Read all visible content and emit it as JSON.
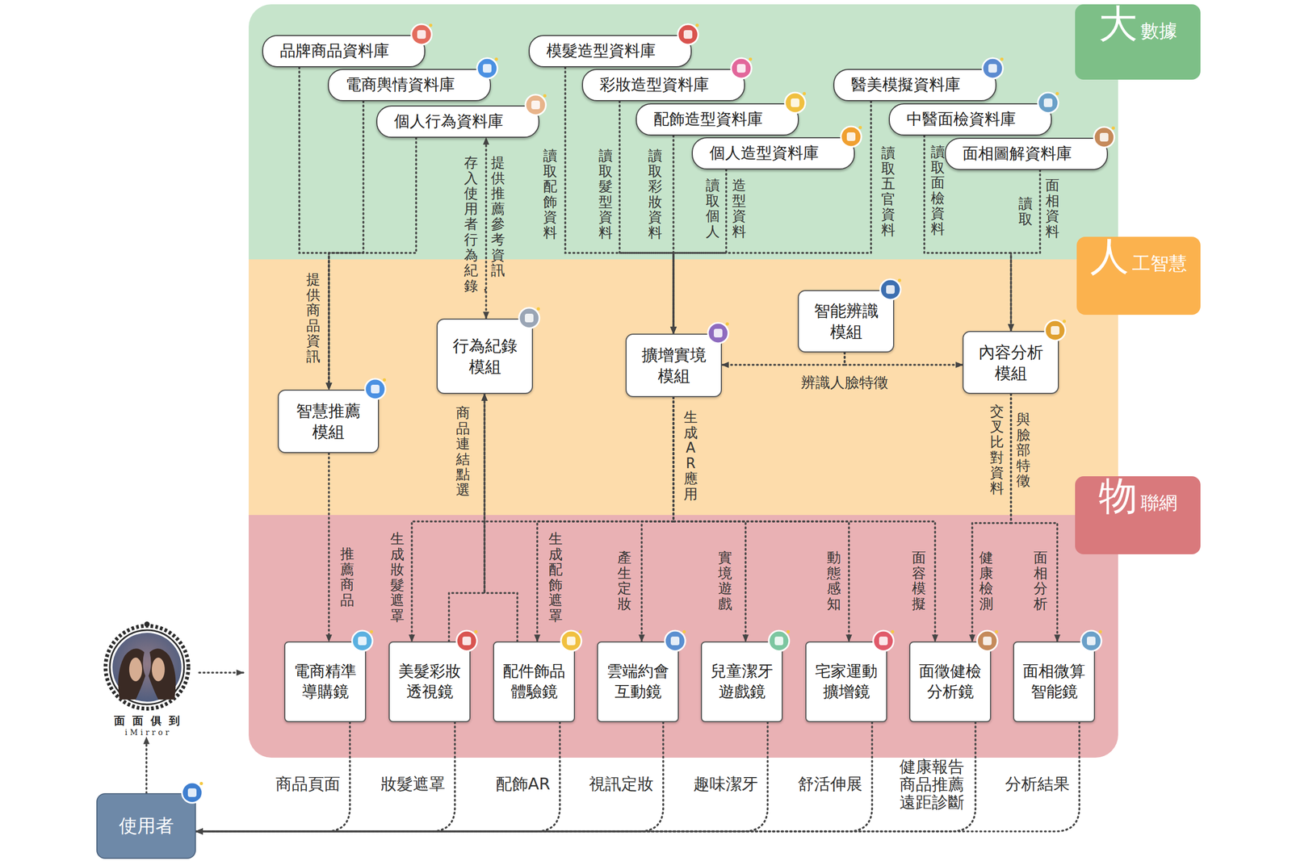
{
  "diagram": {
    "nodes": [
      {
        "text": [
          "大",
          "數據"
        ]
      },
      {
        "text": [
          "品牌商品資料庫"
        ]
      },
      {
        "text": [
          "電商輿情資料庫"
        ]
      },
      {
        "text": [
          "個人行為資料庫"
        ]
      },
      {
        "text": [
          "模髮造型資料庫"
        ]
      },
      {
        "text": [
          "彩妝造型資料庫"
        ]
      },
      {
        "text": [
          "配飾造型資料庫"
        ]
      },
      {
        "text": [
          "個人造型資料庫"
        ]
      },
      {
        "text": [
          "醫美模擬資料庫"
        ]
      },
      {
        "text": [
          "中醫面檢資料庫"
        ]
      },
      {
        "text": [
          "面相圖解資料庫"
        ]
      },
      {
        "text": [
          "人",
          "工智慧"
        ]
      },
      {
        "text": [
          "智能辨識 模組"
        ]
      },
      {
        "text": [
          "行為紀錄 模組"
        ]
      },
      {
        "text": [
          "擴增實境 模組"
        ]
      },
      {
        "text": [
          "內容分析 模組"
        ]
      },
      {
        "text": [
          "智慧推薦 模組"
        ]
      },
      {
        "text": [
          "物",
          "聯網"
        ]
      },
      {
        "text": [
          "電商精準 導購鏡"
        ]
      },
      {
        "text": [
          "美髮彩妝 透視鏡"
        ]
      },
      {
        "text": [
          "配件飾品 體驗鏡"
        ]
      },
      {
        "text": [
          "雲端約會 互動鏡"
        ]
      },
      {
        "text": [
          "兒童潔牙 遊戲鏡"
        ]
      },
      {
        "text": [
          "宅家運動 擴增鏡"
        ]
      },
      {
        "text": [
          "面徵健檢 分析鏡"
        ]
      },
      {
        "text": [
          "面相微算 智能鏡"
        ]
      },
      {
        "text": [
          "面面俱到",
          "iMirror"
        ]
      },
      {
        "text": [
          "使用者"
        ]
      }
    ],
    "edges": [
      {
        "from": 1,
        "to": 16,
        "label": "提供商品資訊",
        "arrow": "to"
      },
      {
        "from": 2,
        "to": 16,
        "arrow": "to"
      },
      {
        "from": 3,
        "to": 16,
        "arrow": "to"
      },
      {
        "from": 13,
        "to": 3,
        "label": "存入使用者行為紀錄，",
        "arrow": "both"
      },
      {
        "from": 19,
        "to": 13,
        "label": "商品連結點選",
        "arrow": "to"
      },
      {
        "from": 20,
        "to": 13,
        "arrow": "to"
      },
      {
        "from": 16,
        "to": 18,
        "label": "推薦商品",
        "arrow": "to"
      },
      {
        "from": 4,
        "to": 14,
        "label": "讀取配飾資料",
        "arrow": "to"
      },
      {
        "from": 5,
        "to": 14,
        "label": "讀取髮型資料",
        "arrow": "to"
      },
      {
        "from": 6,
        "to": 14,
        "label": "讀取彩妝資料",
        "arrow": "to"
      },
      {
        "from": 7,
        "to": 14,
        "label": "讀取個人",
        "arrow": "to"
      },
      {
        "from": 8,
        "to": 14,
        "label": "讀取五官資料",
        "arrow": "to"
      },
      {
        "from": 9,
        "to": 15,
        "label": "讀取面檢資料",
        "arrow": "to"
      },
      {
        "from": 10,
        "to": 15,
        "label": "讀取",
        "arrow": "to"
      },
      {
        "from": 12,
        "to": 14,
        "label": "辨識人臉特徵",
        "arrow": "to"
      },
      {
        "from": 12,
        "to": 15,
        "arrow": "to"
      },
      {
        "from": 14,
        "to": 19,
        "label": "生成妝髮遮罩",
        "arrow": "to"
      },
      {
        "from": 14,
        "to": 20,
        "label": "生成配飾遮罩",
        "arrow": "to"
      },
      {
        "from": 14,
        "to": 21,
        "label": "產生定妝",
        "arrow": "to"
      },
      {
        "from": 14,
        "to": 22,
        "label": "實境遊戲",
        "arrow": "to"
      },
      {
        "from": 14,
        "to": 23,
        "label": "動態感知",
        "arrow": "to"
      },
      {
        "from": 14,
        "to": 24,
        "label": "面容模擬",
        "arrow": "to"
      },
      {
        "from": 15,
        "to": 24,
        "label": "健康檢測",
        "arrow": "to"
      },
      {
        "from": 15,
        "to": 25,
        "label": "面相分析",
        "arrow": "to"
      },
      {
        "from": 18,
        "to": 27,
        "label": "商品頁面",
        "arrow": "to"
      },
      {
        "from": 19,
        "to": 27,
        "label": "妝髮遮罩",
        "arrow": "to"
      },
      {
        "from": 20,
        "to": 27,
        "label": "配飾AR",
        "arrow": "to"
      },
      {
        "from": 21,
        "to": 27,
        "label": "視訊定妝",
        "arrow": "to"
      },
      {
        "from": 22,
        "to": 27,
        "label": "趣味潔牙",
        "arrow": "to"
      },
      {
        "from": 23,
        "to": 27,
        "label": "舒活伸展",
        "arrow": "to"
      },
      {
        "from": 24,
        "to": 27,
        "label": "健康報告 商品推薦 遠距診斷",
        "arrow": "to"
      },
      {
        "from": 25,
        "to": 27,
        "label": "分析結果",
        "arrow": "to"
      },
      {
        "from": 27,
        "to": 26,
        "arrow": "to"
      }
    ],
    "labels": [
      "提供推薦參考資訊",
      "造型資料",
      "面相資料",
      "生成AR應用",
      "交叉比對資料",
      "與臉部特徵"
    ]
  }
}
